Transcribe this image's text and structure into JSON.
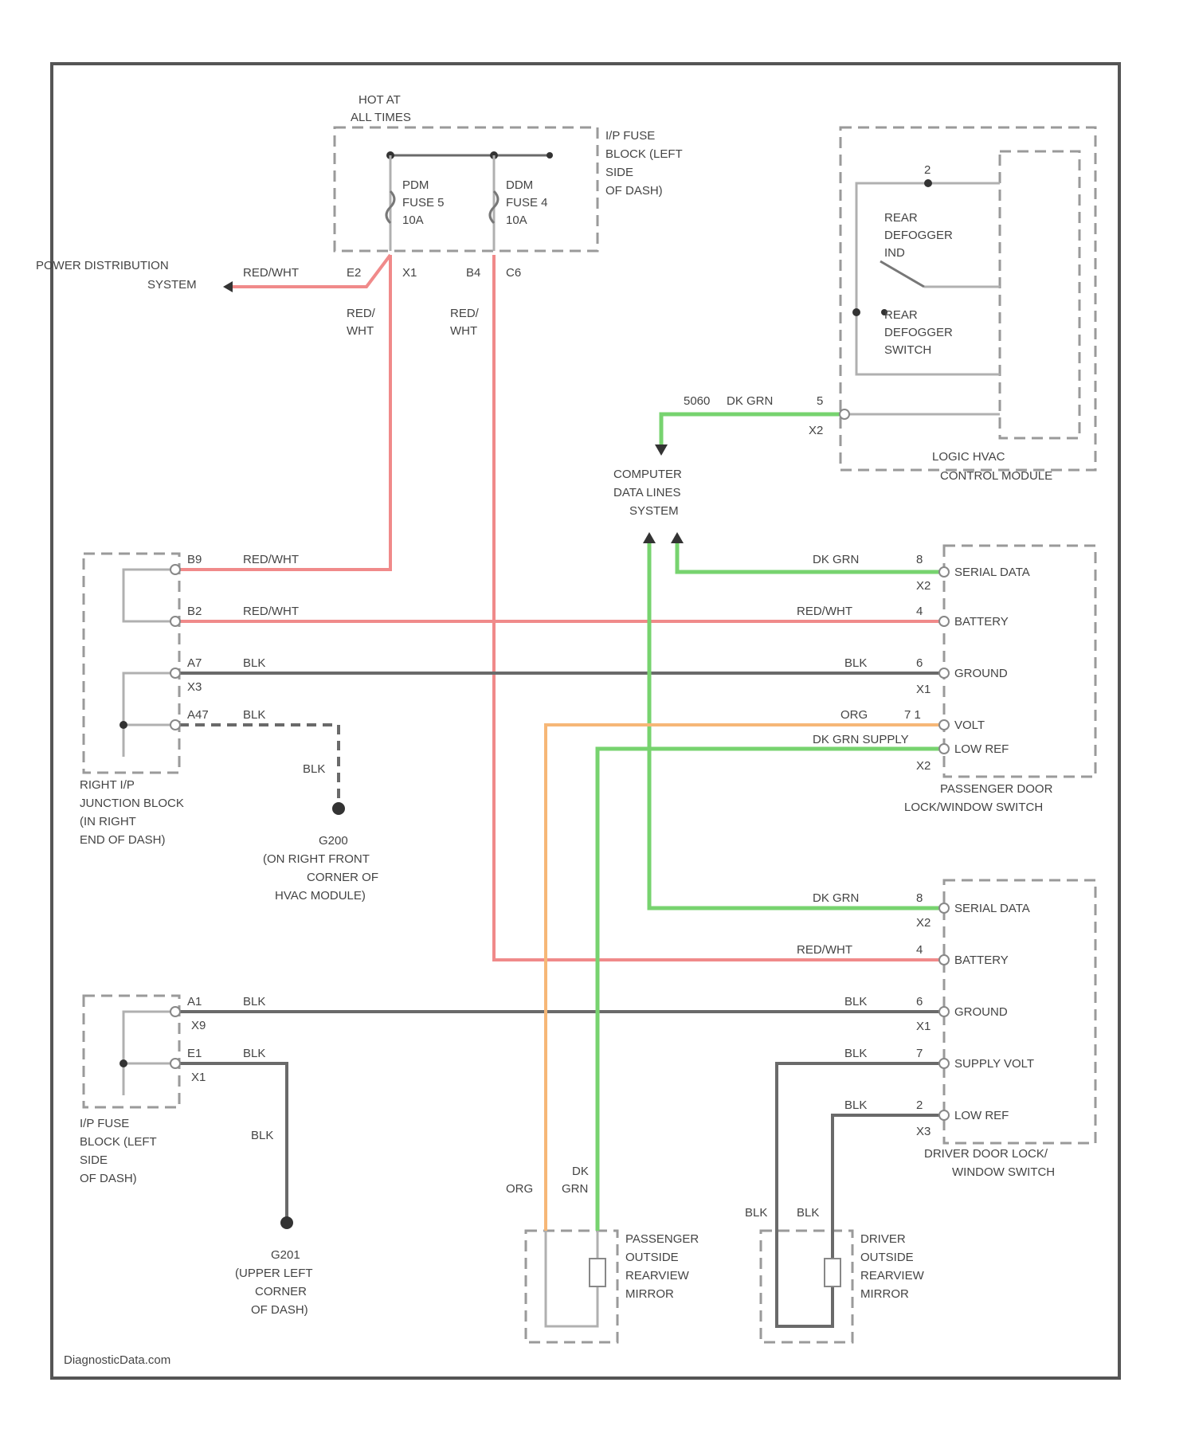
{
  "components": {
    "hot_at_all_times": [
      "HOT AT",
      "ALL TIMES"
    ],
    "ip_fuse_block_top": [
      "I/P FUSE",
      "BLOCK (LEFT",
      "SIDE",
      "OF DASH)"
    ],
    "fuse_left": [
      "PDM",
      "FUSE 5",
      "10A"
    ],
    "fuse_right": [
      "DDM",
      "FUSE 4",
      "10A"
    ],
    "power_distribution": [
      "POWER DISTRIBUTION",
      "SYSTEM"
    ],
    "rear_defogger_ind": [
      "REAR",
      "DEFOGGER",
      "IND"
    ],
    "rear_defogger_switch": [
      "REAR",
      "DEFOGGER",
      "SWITCH"
    ],
    "hvac_module": [
      "LOGIC HVAC",
      "CONTROL MODULE"
    ],
    "computer_data_lines": [
      "COMPUTER",
      "DATA LINES",
      "SYSTEM"
    ],
    "right_junction": [
      "RIGHT I/P",
      "JUNCTION BLOCK",
      "(IN RIGHT",
      "END OF DASH)"
    ],
    "g200": [
      "G200",
      "(ON RIGHT FRONT",
      "CORNER OF",
      "HVAC MODULE)"
    ],
    "passenger_door_switch": [
      "PASSENGER DOOR",
      "LOCK/WINDOW SWITCH"
    ],
    "driver_door_switch": [
      "DRIVER DOOR LOCK/",
      "WINDOW SWITCH"
    ],
    "ip_fuse_block_bottom": [
      "I/P FUSE",
      "BLOCK (LEFT",
      "SIDE",
      "OF DASH)"
    ],
    "g201": [
      "G201",
      "(UPPER LEFT",
      "CORNER",
      "OF DASH)"
    ],
    "passenger_mirror": [
      "PASSENGER",
      "OUTSIDE",
      "REARVIEW",
      "MIRROR"
    ],
    "driver_mirror": [
      "DRIVER",
      "OUTSIDE",
      "REARVIEW",
      "MIRROR"
    ]
  },
  "pins": {
    "passenger_switch": [
      "SERIAL DATA",
      "BATTERY",
      "GROUND",
      "VOLT",
      "LOW REF"
    ],
    "driver_switch": [
      "SERIAL DATA",
      "BATTERY",
      "GROUND",
      "SUPPLY VOLT",
      "LOW REF"
    ]
  },
  "wire_labels": {
    "red_wht": "RED/WHT",
    "red_wht_split": [
      "RED/",
      "WHT"
    ],
    "blk": "BLK",
    "dk_grn": "DK GRN",
    "dk_grn_split": [
      "DK",
      "GRN"
    ],
    "org": "ORG",
    "supply_overlap": "DK GRN SUPPLY",
    "hvac_wire": "5060",
    "x_top_left": "E2",
    "x_top_a": "X1",
    "x_top_b": "B4",
    "x_top_c": "C6",
    "hvac_pin": "5",
    "hvac_conn": "X2",
    "hvac_pin_top": "2",
    "pin_8": "8",
    "pin_4": "4",
    "pin_6": "6",
    "pin_7": "7",
    "pin_7_1": "7 1",
    "pin_2": "2",
    "x2": "X2",
    "x1": "X1",
    "x3": "X3",
    "x9": "X9",
    "rj_b9": "B9",
    "rj_b2": "B2",
    "rj_a7": "A7",
    "rj_a47": "A47",
    "ip_a1": "A1",
    "ip_e1": "E1"
  },
  "footer": "DiagnosticData.com"
}
